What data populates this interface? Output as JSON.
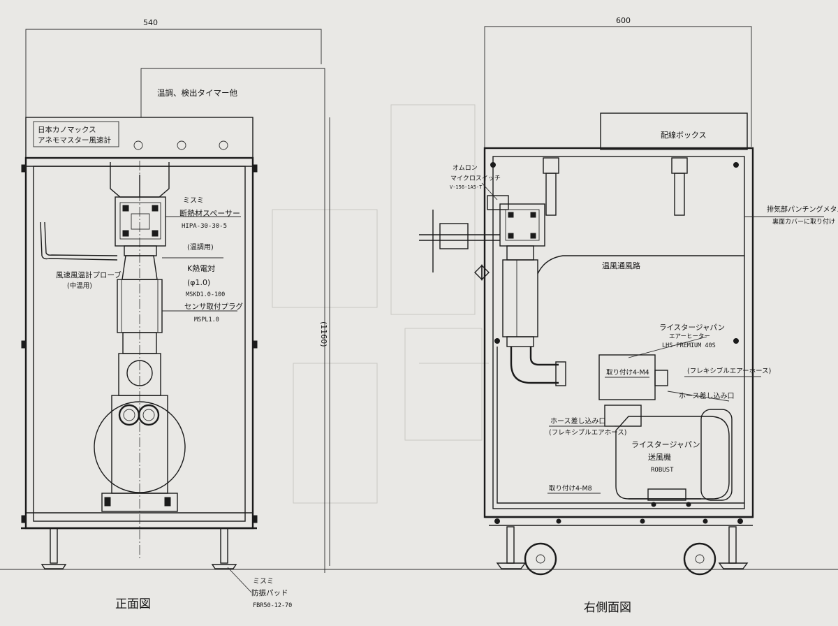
{
  "front_view": {
    "title": "正面図",
    "dim_width": "540",
    "dim_height": "(1160)",
    "top_box_label": "温調、検出タイマー他",
    "anemometer_line1": "日本カノマックス",
    "anemometer_line2": "アネモマスター風速計",
    "spacer_maker": "ミスミ",
    "spacer_name": "断熱材スペーサー",
    "spacer_part": "HIPA-30-30-5",
    "temp_control_note": "(温調用)",
    "thermocouple": "K熱電対",
    "thermocouple_dia": "(φ1.0)",
    "thermocouple_part": "MSKD1.0-100",
    "probe_line1": "風速風温計プローブ",
    "probe_line2": "(中温用)",
    "plug_name": "センサ取付プラグ",
    "plug_part": "MSPL1.0",
    "pad_maker": "ミスミ",
    "pad_name": "防振パッド",
    "pad_part": "FBR50-12-70"
  },
  "side_view": {
    "title": "右側面図",
    "dim_width": "600",
    "wiring_box": "配線ボックス",
    "switch_maker": "オムロン",
    "switch_name": "マイクロスイッチ",
    "switch_part": "V-156-1A5-T",
    "punching_line1": "排気部パンチングメタル",
    "punching_line2": "裏面カバーに取り付け",
    "duct": "温風通風路",
    "heater_maker": "ライスタージャパン",
    "heater_name": "エアーヒーター",
    "heater_model": "LHS PREMIUM 40S",
    "mount_m4": "取り付け4-M4",
    "hose_label_right": "(フレキシブルエアーホース)",
    "hose_inlet_right": "ホース差し込み口",
    "hose_inlet_left": "ホース差し込み口",
    "hose_label_left": "(フレキシブルエアホース)",
    "blower_maker": "ライスタージャパン",
    "blower_name": "送風機",
    "blower_model": "ROBUST",
    "mount_m8": "取り付け4-M8"
  }
}
